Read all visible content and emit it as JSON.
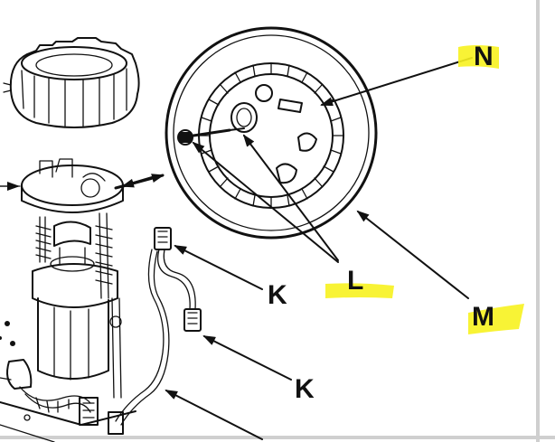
{
  "diagram": {
    "frame_color": "#cfcfcf",
    "highlight_color": "#f7f21f",
    "ink_color": "#111111",
    "callouts": [
      {
        "id": "N",
        "label": "N",
        "highlighted": true
      },
      {
        "id": "L",
        "label": "L",
        "highlighted": true
      },
      {
        "id": "M",
        "label": "M",
        "highlighted": true
      },
      {
        "id": "K1",
        "label": "K",
        "highlighted": false
      },
      {
        "id": "K2",
        "label": "K",
        "highlighted": false
      }
    ]
  }
}
